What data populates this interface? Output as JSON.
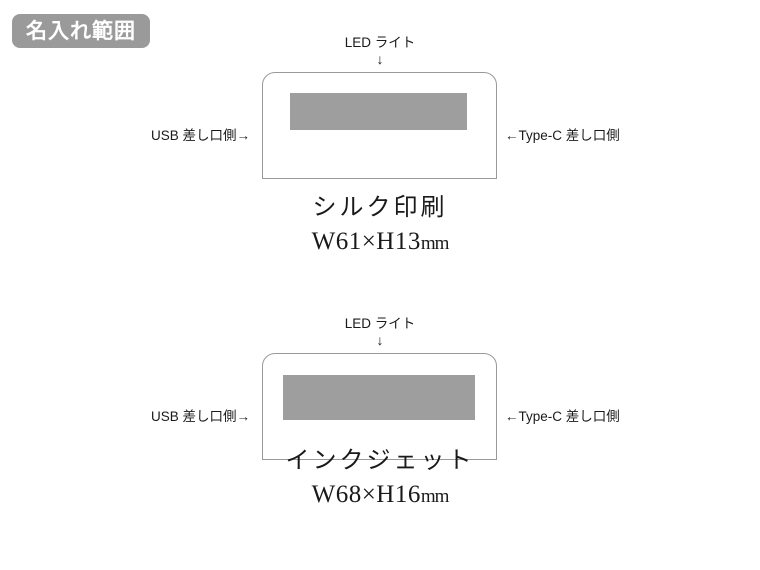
{
  "header": {
    "badge_label": "名入れ範囲",
    "badge_color": "#9a9a9a",
    "badge_text_color": "#ffffff"
  },
  "colors": {
    "print_area_fill": "#9e9e9e",
    "device_outline": "#999999",
    "text": "#1a1a1a",
    "background": "#ffffff"
  },
  "diagrams": [
    {
      "id": "silk",
      "top_label": "LED ライト",
      "top_arrow": "↓",
      "left_label": "USB 差し口側→",
      "right_label": "←Type-C 差し口側",
      "caption_name": "シルク印刷",
      "caption_size_value": "W61×H13",
      "caption_size_unit": "mm"
    },
    {
      "id": "inkjet",
      "top_label": "LED ライト",
      "top_arrow": "↓",
      "left_label": "USB 差し口側→",
      "right_label": "←Type-C 差し口側",
      "caption_name": "インクジェット",
      "caption_size_value": "W68×H16",
      "caption_size_unit": "mm"
    }
  ]
}
